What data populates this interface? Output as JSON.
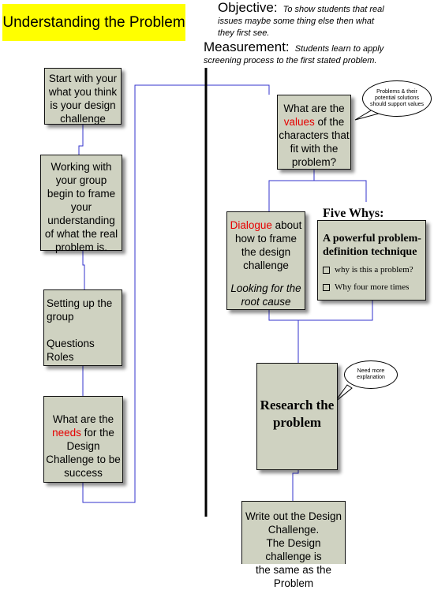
{
  "title": "Understanding the Problem",
  "objective": {
    "heading": "Objective:",
    "text_1": "To show students that real",
    "text_2": "issues maybe some thing else then what",
    "text_3": "they first see."
  },
  "measurement": {
    "heading": "Measurement:",
    "text_1": "Students learn to apply",
    "text_2": "screening process to the first stated problem."
  },
  "left_column": {
    "box1": [
      "Start with your",
      "what you think",
      "is your design",
      "challenge"
    ],
    "box2": [
      "Working with",
      "your group",
      "begin to frame",
      "your",
      "understanding",
      "of what the real",
      "problem is."
    ],
    "box3": [
      "Setting up the",
      "group",
      "",
      "Questions",
      "Roles"
    ],
    "box4": {
      "l1": "What are the",
      "red": "needs",
      "l2_rest": " for the",
      "l3": "Design",
      "l4": "Challenge to be",
      "l5": "success"
    }
  },
  "right_column": {
    "values_box": {
      "l1": "What are the",
      "red": "values",
      "l2_rest": " of the",
      "l3": "characters that",
      "l4": "fit with the",
      "l5": "problem?"
    },
    "values_bubble": "Problems & their potential solutions should support values",
    "dialogue_box": {
      "red": "Dialogue",
      "l1_rest": " about",
      "l2": "how to frame",
      "l3": "the design",
      "l4": "challenge",
      "l5": "Looking for the",
      "l6": "root cause"
    },
    "five_whys": {
      "title": "Five Whys:",
      "heading": "A powerful problem-definition technique",
      "items": [
        "why is this a problem?",
        "Why four more times"
      ]
    },
    "research_box": [
      "Research the",
      "problem"
    ],
    "research_bubble": "Need more explanation",
    "final_box": [
      "Write out the Design",
      "Challenge.",
      "The Design challenge is",
      "the same as the  Problem"
    ]
  },
  "colors": {
    "connector": "#3333cc",
    "title_bg": "#ffff00",
    "box_bg": "#cfd2c1",
    "highlight": "#e60000"
  }
}
